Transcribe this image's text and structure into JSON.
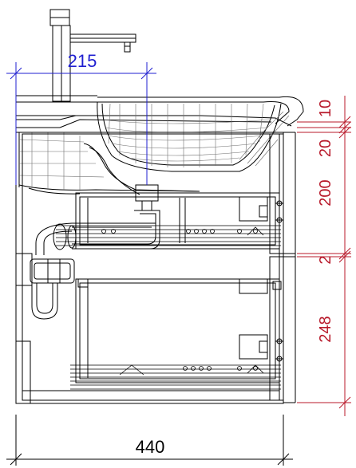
{
  "colors": {
    "line": "#000000",
    "mesh": "#6f6f6f",
    "blue_dimension": "#1f1fd0",
    "red_dimension": "#b8192a",
    "black_dimension": "#000000"
  },
  "dimensions": {
    "depth_total": "440",
    "tap_offset": "215",
    "worktop": "10",
    "drawer_gap_top": "20",
    "top_drawer": "200",
    "drawer_gap_mid": "2",
    "bottom_drawer": "248"
  }
}
